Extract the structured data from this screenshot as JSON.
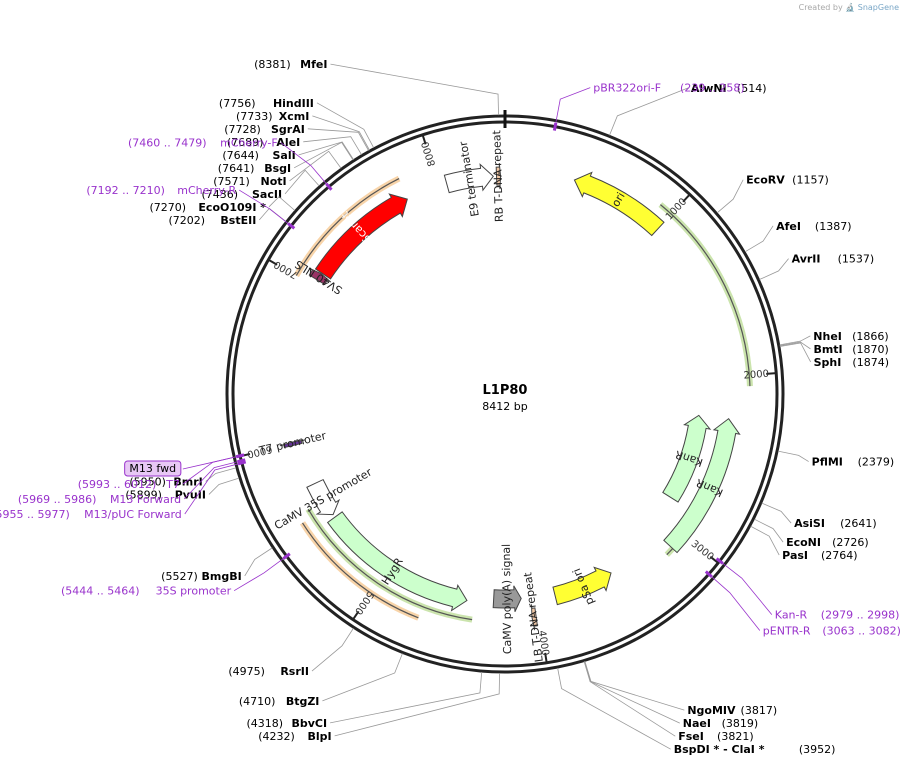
{
  "credit": {
    "prefix": "Created by",
    "brand": "SnapGene"
  },
  "plasmid": {
    "name": "L1P80",
    "size": "8412 bp",
    "length": 8412
  },
  "ticks": [
    {
      "bp": 1000,
      "label": "1000"
    },
    {
      "bp": 2000,
      "label": "2000"
    },
    {
      "bp": 3000,
      "label": "3000"
    },
    {
      "bp": 4000,
      "label": "4000"
    },
    {
      "bp": 5000,
      "label": "5000"
    },
    {
      "bp": 6000,
      "label": "6000"
    },
    {
      "bp": 7000,
      "label": "7000"
    },
    {
      "bp": 8000,
      "label": "8000"
    }
  ],
  "sites": [
    {
      "bp": 8381,
      "name": "MfeI",
      "pos": "(8381)"
    },
    {
      "bp": 514,
      "name": "AlwNI",
      "pos": "(514)"
    },
    {
      "bp": 1157,
      "name": "EcoRV",
      "pos": "(1157)"
    },
    {
      "bp": 1387,
      "name": "AfeI",
      "pos": "(1387)"
    },
    {
      "bp": 1537,
      "name": "AvrII",
      "pos": "(1537)"
    },
    {
      "bp": 1866,
      "name": "NheI",
      "pos": "(1866)"
    },
    {
      "bp": 1870,
      "name": "BmtI",
      "pos": "(1870)"
    },
    {
      "bp": 1874,
      "name": "SphI",
      "pos": "(1874)"
    },
    {
      "bp": 2379,
      "name": "PflMI",
      "pos": "(2379)"
    },
    {
      "bp": 2641,
      "name": "AsiSI",
      "pos": "(2641)"
    },
    {
      "bp": 2726,
      "name": "EcoNI",
      "pos": "(2726)"
    },
    {
      "bp": 2764,
      "name": "PasI",
      "pos": "(2764)"
    },
    {
      "bp": 3817,
      "name": "NgoMIV",
      "pos": "(3817)"
    },
    {
      "bp": 3819,
      "name": "NaeI",
      "pos": "(3819)"
    },
    {
      "bp": 3821,
      "name": "FseI",
      "pos": "(3821)"
    },
    {
      "bp": 3952,
      "name": "BspDI * - ClaI *",
      "pos": "(3952)"
    },
    {
      "bp": 4232,
      "name": "BlpI",
      "pos": "(4232)"
    },
    {
      "bp": 4318,
      "name": "BbvCI",
      "pos": "(4318)"
    },
    {
      "bp": 4710,
      "name": "BtgZI",
      "pos": "(4710)"
    },
    {
      "bp": 4975,
      "name": "RsrII",
      "pos": "(4975)"
    },
    {
      "bp": 5527,
      "name": "BmgBI",
      "pos": "(5527)"
    },
    {
      "bp": 5899,
      "name": "PvuII",
      "pos": "(5899)"
    },
    {
      "bp": 5950,
      "name": "BmrI",
      "pos": "(5950)"
    },
    {
      "bp": 7202,
      "name": "BstEII",
      "pos": "(7202)"
    },
    {
      "bp": 7270,
      "name": "EcoO109I *",
      "pos": "(7270)"
    },
    {
      "bp": 7436,
      "name": "SacII",
      "pos": "(7436)"
    },
    {
      "bp": 7571,
      "name": "NotI",
      "pos": "(7571)"
    },
    {
      "bp": 7641,
      "name": "BsgI",
      "pos": "(7641)"
    },
    {
      "bp": 7644,
      "name": "SalI",
      "pos": "(7644)"
    },
    {
      "bp": 7689,
      "name": "AleI",
      "pos": "(7689)"
    },
    {
      "bp": 7728,
      "name": "SgrAI",
      "pos": "(7728)"
    },
    {
      "bp": 7733,
      "name": "XcmI",
      "pos": "(7733)"
    },
    {
      "bp": 7756,
      "name": "HindIII",
      "pos": "(7756)"
    }
  ],
  "primers": [
    {
      "bp": 248,
      "label": "pBR322ori-F",
      "range": "(239 .. 258)"
    },
    {
      "bp": 2988,
      "label": "Kan-R",
      "range": "(2979 .. 2998)"
    },
    {
      "bp": 3072,
      "label": "pENTR-R",
      "range": "(3063 .. 3082)"
    },
    {
      "bp": 5454,
      "label": "35S promoter",
      "range": "(5444 .. 5464)"
    },
    {
      "bp": 5966,
      "label": "M13/pUC Forward",
      "range": "(5955 .. 5977)"
    },
    {
      "bp": 5977,
      "label": "M13 Forward",
      "range": "(5969 .. 5986)"
    },
    {
      "bp": 6002,
      "label": "M13 fwd",
      "range": ""
    },
    {
      "bp": 6002,
      "label": "T7",
      "range": "(5993 .. 6012)"
    },
    {
      "bp": 7201,
      "label": "mCherry-R",
      "range": "(7192 .. 7210)"
    },
    {
      "bp": 7469,
      "label": "mCherry-F",
      "range": "(7460 .. 7479)"
    }
  ],
  "features": [
    {
      "label": "ori",
      "start": 1000,
      "end": 420,
      "color": "#ffff33"
    },
    {
      "label": "E9 terminator",
      "start": 8050,
      "end": 8340,
      "color": "#ffffff"
    },
    {
      "label": "RB T-DNA repeat",
      "start": 8360,
      "end": 8385,
      "color": "#f1c8a6"
    },
    {
      "label": "mScarlet",
      "start": 7090,
      "end": 7790,
      "color": "#ff0000"
    },
    {
      "label": "SV40 NLS",
      "start": 7040,
      "end": 7085,
      "color": "#993366"
    },
    {
      "label": "T7 promoter",
      "start": 5990,
      "end": 6012,
      "color": "#663399"
    },
    {
      "label": "CaMV 35S promoter",
      "start": 5720,
      "end": 5490,
      "color": "#ffffff"
    },
    {
      "label": "HygR",
      "start": 5470,
      "end": 4450,
      "color": "#ccffcc"
    },
    {
      "label": "CaMV poly(A) signal",
      "start": 4280,
      "end": 4100,
      "color": "#999999"
    },
    {
      "label": "pSa ori",
      "start": 3880,
      "end": 3490,
      "color": "#ffff33"
    },
    {
      "label": "KanR",
      "start": 2850,
      "end": 2250,
      "color": "#ccffcc"
    },
    {
      "label": "KanR",
      "start": 3100,
      "end": 2250,
      "color": "#ccffcc"
    },
    {
      "label": "LB T-DNA repeat",
      "start": 4020,
      "end": 4045,
      "color": "#f1c8a6"
    }
  ],
  "ranges": [
    {
      "start": 920,
      "end": 2060,
      "color": "#8bc34a"
    },
    {
      "start": 2300,
      "end": 3150,
      "color": "#8bc34a"
    },
    {
      "start": 4400,
      "end": 5600,
      "color": "#8bc34a"
    },
    {
      "start": 4700,
      "end": 5550,
      "color": "#f0a040"
    },
    {
      "start": 7000,
      "end": 7800,
      "color": "#f0a040"
    }
  ]
}
